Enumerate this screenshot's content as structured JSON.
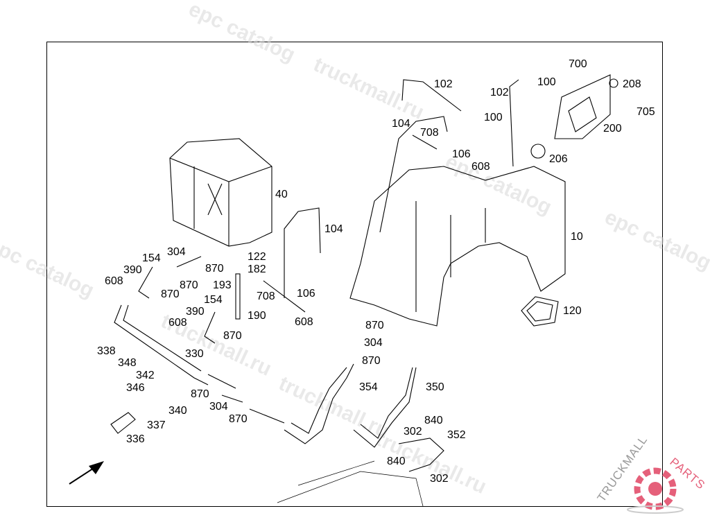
{
  "diagram": {
    "type": "exploded parts diagram",
    "part_labels": [
      "700",
      "102",
      "100",
      "208",
      "102",
      "100",
      "705",
      "104",
      "708",
      "200",
      "106",
      "206",
      "608",
      "40",
      "104",
      "10",
      "304",
      "122",
      "154",
      "390",
      "870",
      "182",
      "608",
      "870",
      "193",
      "708",
      "106",
      "870",
      "154",
      "390",
      "608",
      "190",
      "608",
      "120",
      "870",
      "870",
      "304",
      "338",
      "330",
      "870",
      "348",
      "342",
      "354",
      "350",
      "346",
      "870",
      "304",
      "340",
      "870",
      "840",
      "337",
      "302",
      "352",
      "336",
      "840",
      "302"
    ],
    "watermarks": [
      "epc catalog",
      "truckmall.ru",
      "epc catalog",
      "truckmall.ru",
      "epc catalog",
      "truckmall.ru",
      "epc catalog",
      "truckmall.ru"
    ],
    "colors": {
      "line": "#000000",
      "watermark": "#d8d8d8",
      "logo": "#e5607a"
    }
  },
  "logo": {
    "text_left": "TRUCKMALL",
    "text_right": "PARTS",
    "icon": "gear-icon"
  },
  "direction_arrow": {
    "icon": "arrow-up-right-icon"
  }
}
